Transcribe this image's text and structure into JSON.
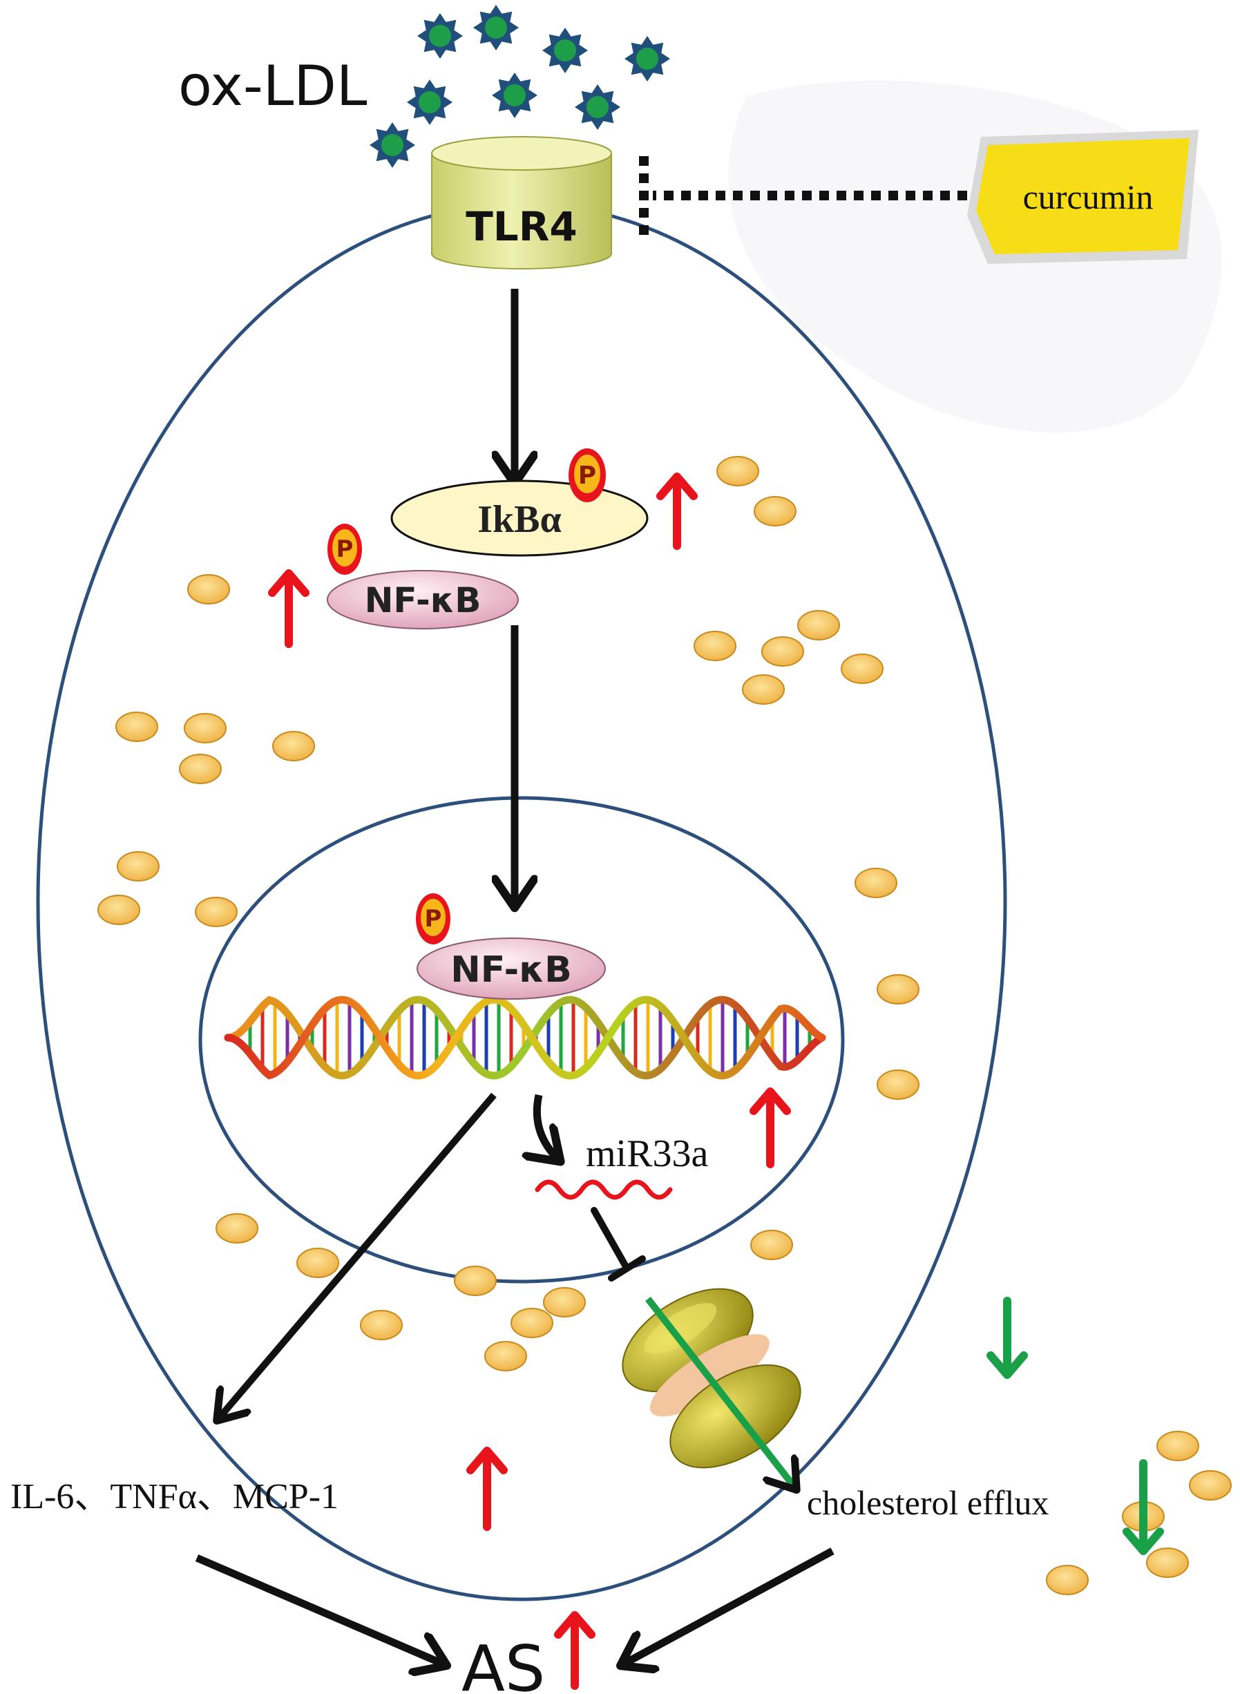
{
  "labels": {
    "ligand": "ox-LDL",
    "receptor": "TLR4",
    "inhibitor": "curcumin",
    "ikba": "IkBα",
    "nfkb_cytoplasm": "NF-κB",
    "nfkb_nucleus": "NF-κB",
    "phospho": "P",
    "mirna": "miR33a",
    "cytokines": "IL-6、TNFα、MCP-1",
    "efflux": "cholesterol efflux",
    "outcome": "AS"
  },
  "colors": {
    "membrane": "#2c4f7c",
    "lipid_droplet": "#f3bf5a",
    "up_arrow": "#e8141b",
    "down_arrow": "#1aa048",
    "ox_ldl": "#1f9e4a",
    "curcumin": "#f6dd16",
    "tlr4": "#e3e89a",
    "nfkb": "#f2c9d7",
    "ikba": "#fff6c8",
    "transporter": "#c2b51c"
  },
  "icons": {
    "ox_ldl_particle": "star-particle-icon",
    "lipid": "lipid-droplet-icon",
    "phosphate": "phosphate-icon",
    "dna": "dna-helix-icon",
    "transporter": "abca1-transporter-icon"
  }
}
